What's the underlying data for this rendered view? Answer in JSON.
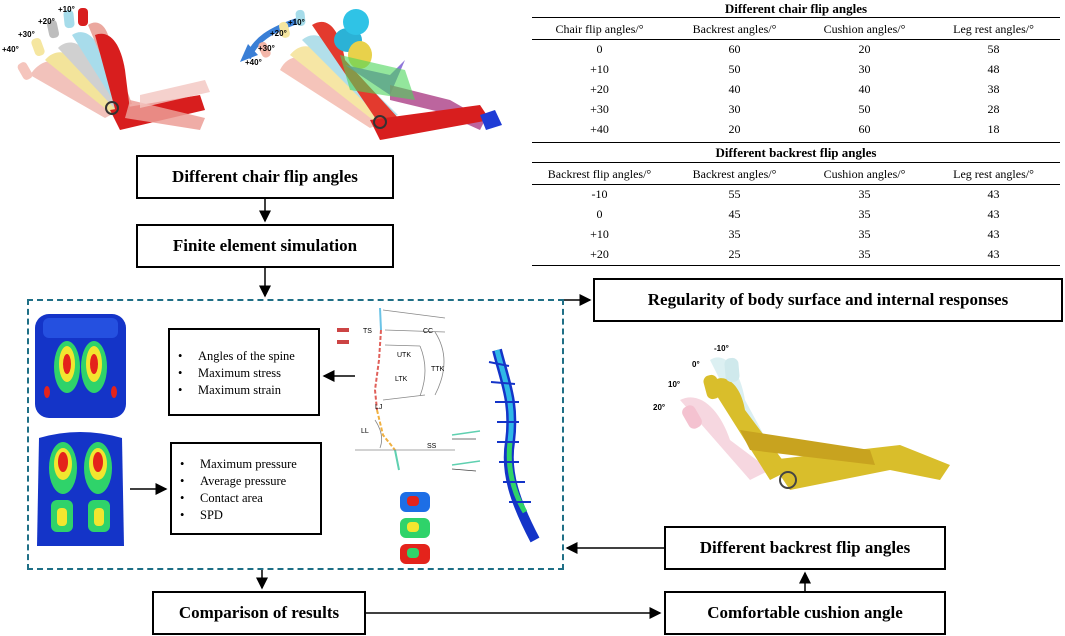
{
  "chair_table": {
    "title": "Different chair flip angles",
    "headers": [
      "Chair flip angles/°",
      "Backrest angles/°",
      "Cushion angles/°",
      "Leg rest angles/°"
    ],
    "rows": [
      [
        "0",
        "60",
        "20",
        "58"
      ],
      [
        "+10",
        "50",
        "30",
        "48"
      ],
      [
        "+20",
        "40",
        "40",
        "38"
      ],
      [
        "+30",
        "30",
        "50",
        "28"
      ],
      [
        "+40",
        "20",
        "60",
        "18"
      ]
    ]
  },
  "backrest_table": {
    "title": "Different backrest  flip angles",
    "headers": [
      "Backrest flip angles/°",
      "Backrest angles/°",
      "Cushion angles/°",
      "Leg rest angles/°"
    ],
    "rows": [
      [
        "-10",
        "55",
        "35",
        "43"
      ],
      [
        "0",
        "45",
        "35",
        "43"
      ],
      [
        "+10",
        "35",
        "35",
        "43"
      ],
      [
        "+20",
        "25",
        "35",
        "43"
      ]
    ]
  },
  "flow": {
    "chair_flip": "Different chair flip angles",
    "fe_sim": "Finite element simulation",
    "regularity": "Regularity of body surface and internal responses",
    "backrest_flip": "Different backrest  flip angles",
    "comparison": "Comparison of results",
    "comfortable": "Comfortable cushion angle"
  },
  "spine_results": [
    "Angles of the spine",
    "Maximum stress",
    "Maximum strain"
  ],
  "pressure_results": [
    "Maximum pressure",
    "Average pressure",
    "Contact area",
    "SPD"
  ],
  "chair_angle_labels": [
    "+10°",
    "+20°",
    "+30°",
    "+40°"
  ],
  "human_angle_labels": [
    "+10°",
    "+20°",
    "+30°",
    "+40°"
  ],
  "backrest_angle_labels": [
    "-10°",
    "0°",
    "10°",
    "20°"
  ],
  "spine_labels": [
    "TS",
    "CC",
    "UTK",
    "TTK",
    "LTK",
    "LL",
    "SS",
    "LJ"
  ],
  "colors": {
    "dashed_border": "#1f6f86",
    "seat_red": "#d81e1e",
    "seat_yellow": "#d9be2b",
    "pressure_blue": "#1434c8",
    "pressure_hot": "#e4231b"
  }
}
